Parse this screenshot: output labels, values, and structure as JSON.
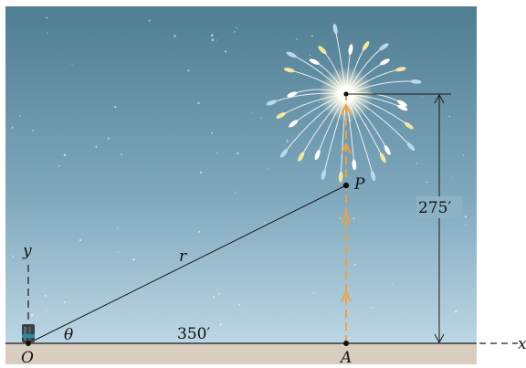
{
  "labels": {
    "point_p": "P",
    "point_o": "O",
    "point_a": "A",
    "axis_y": "y",
    "axis_x": "x",
    "radius": "r",
    "angle": "θ",
    "horizontal_distance": "350′",
    "vertical_height": "275′"
  },
  "colors": {
    "sky_top": "#4f7d92",
    "sky_bottom": "#b9d4e3",
    "ground": "#d8cbbd",
    "trajectory": "#f0a040",
    "line": "#1a1a1a",
    "burst_white": "#ffffff",
    "burst_yellow": "#f2e6a0",
    "burst_blue": "#b8d8ee"
  },
  "icons": {
    "observer": "person-figure-icon",
    "burst": "firework-burst-icon"
  }
}
